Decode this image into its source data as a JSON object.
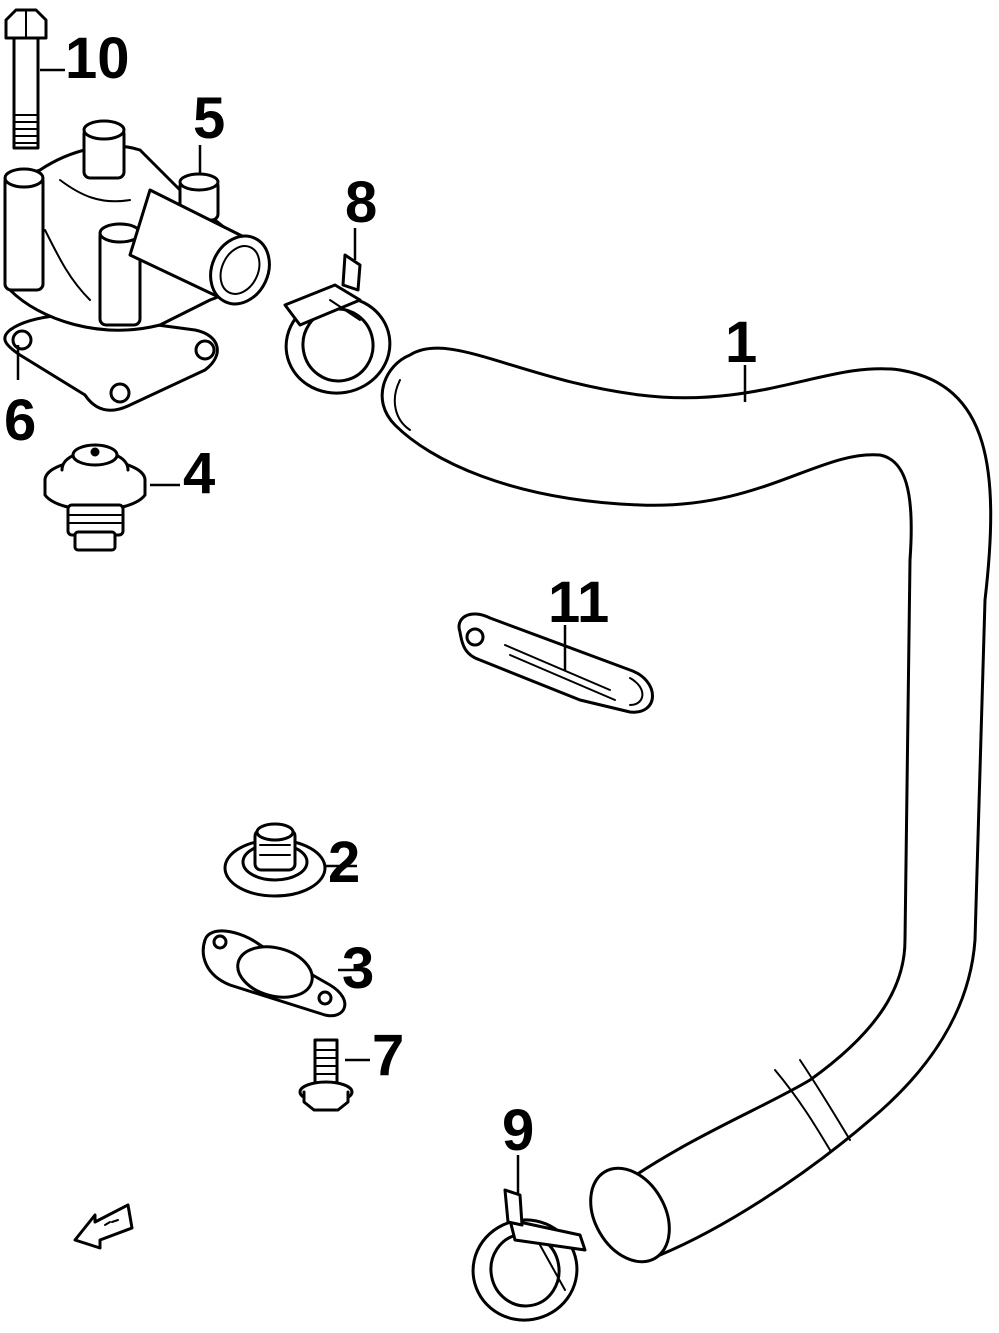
{
  "callouts": [
    {
      "id": "p1",
      "text": "1"
    },
    {
      "id": "p2",
      "text": "2"
    },
    {
      "id": "p3",
      "text": "3"
    },
    {
      "id": "p4",
      "text": "4"
    },
    {
      "id": "p5",
      "text": "5"
    },
    {
      "id": "p6",
      "text": "6"
    },
    {
      "id": "p7",
      "text": "7"
    },
    {
      "id": "p8",
      "text": "8"
    },
    {
      "id": "p9",
      "text": "9"
    },
    {
      "id": "p10",
      "text": "10"
    },
    {
      "id": "p11",
      "text": "11"
    }
  ],
  "colors": {
    "line": "#000000",
    "background": "#ffffff"
  },
  "icons": {
    "front_arrow": "fwd-arrow-icon"
  }
}
